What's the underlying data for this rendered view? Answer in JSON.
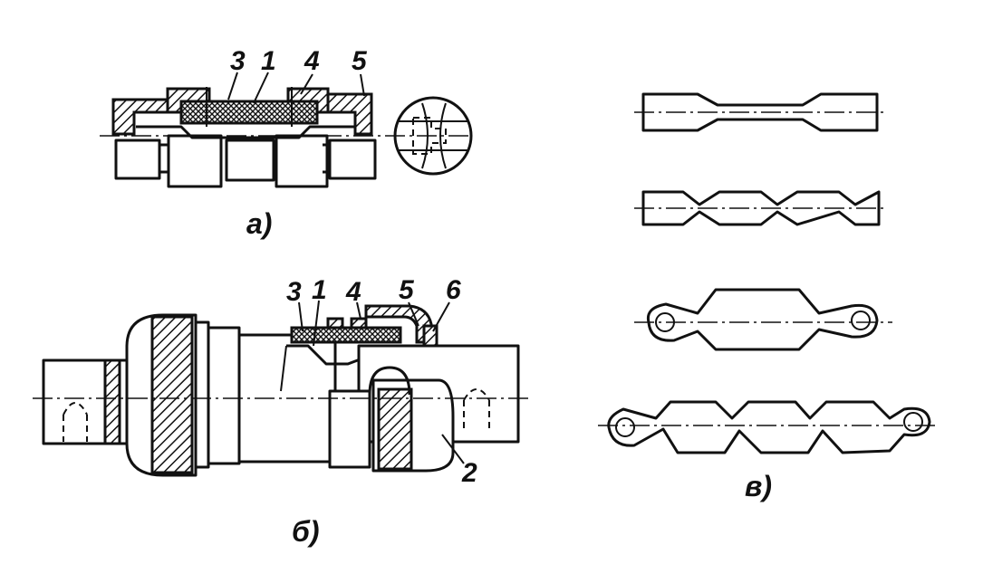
{
  "figure": {
    "panels": {
      "a": {
        "caption": "a)",
        "labels": [
          "3",
          "1",
          "4",
          "5"
        ]
      },
      "b": {
        "caption": "б)",
        "labels": [
          "3",
          "1",
          "4",
          "5",
          "6",
          "2"
        ]
      },
      "v": {
        "caption": "в)"
      }
    }
  }
}
